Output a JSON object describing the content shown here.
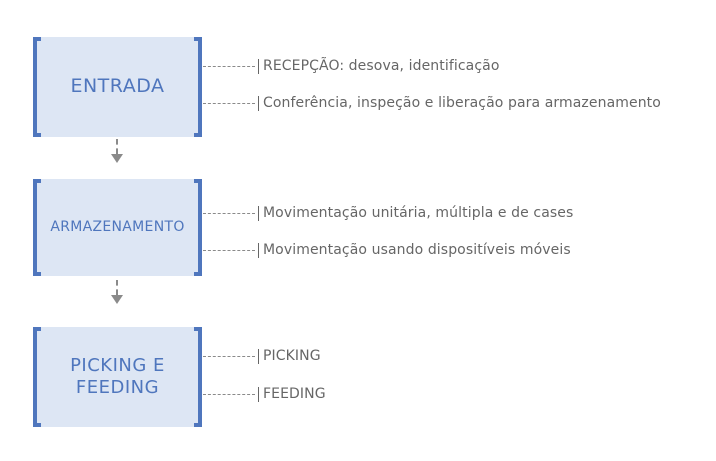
{
  "colors": {
    "box_fill": "#dde6f4",
    "accent": "#4f76bd",
    "text_gray": "#666666",
    "connector": "#8a8a8a"
  },
  "stages": [
    {
      "title": "ENTRADA",
      "items": [
        "RECEPÇÃO: desova, identificação",
        "Conferência, inspeção e liberação para armazenamento"
      ]
    },
    {
      "title": "ARMAZENAMENTO",
      "items": [
        "Movimentação unitária, múltipla e de cases",
        "Movimentação usando dispositíveis móveis"
      ]
    },
    {
      "title": "PICKING E\nFEEDING",
      "items": [
        "PICKING",
        "FEEDING"
      ]
    }
  ]
}
